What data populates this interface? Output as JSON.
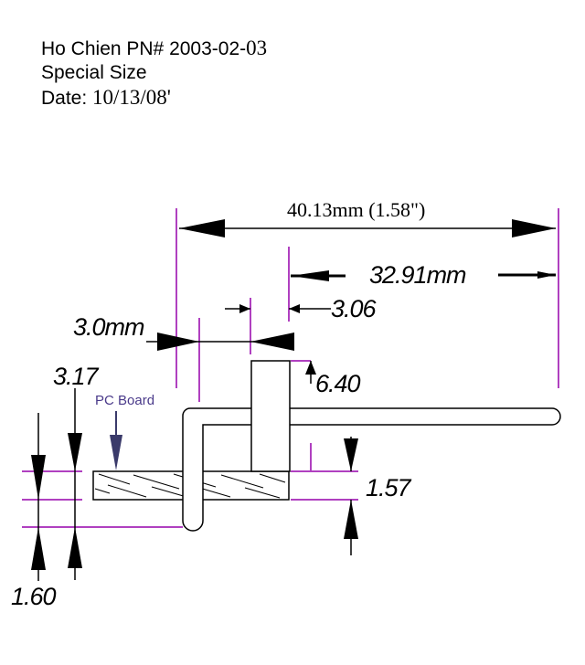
{
  "header": {
    "pn_label": "Ho Chien PN# 2003-02-",
    "pn_suffix": "03",
    "size_label": "Special Size",
    "date_label": "Date: ",
    "date_value": "10/13/08'"
  },
  "dimensions": {
    "overall_length": "40.13mm (1.58\")",
    "pin_tail_length": "32.91mm",
    "offset": "3.0mm",
    "pin_width": "3.06",
    "pin_height": "6.40",
    "board_thickness": "1.57",
    "left_height": "3.17",
    "left_bottom": "1.60"
  },
  "labels": {
    "pc_board": "PC Board"
  },
  "colors": {
    "extension_line": "#b040c0",
    "pc_board_label": "#4a3a8a",
    "pc_board_arrow": "#3a3a6a",
    "line": "#000000"
  }
}
